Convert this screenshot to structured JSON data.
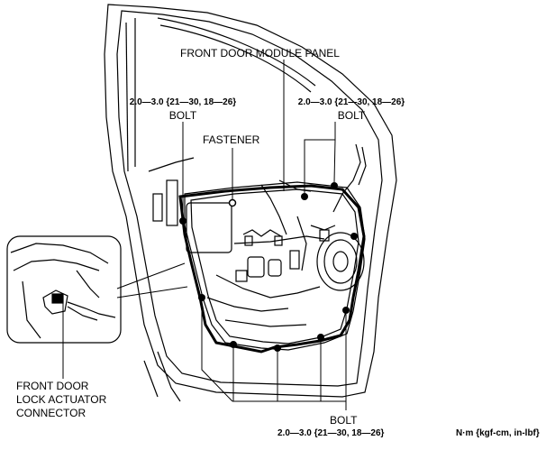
{
  "labels": {
    "module_panel": "FRONT DOOR MODULE PANEL",
    "torque_top_left": "2.0—3.0 {21—30, 18—26}",
    "bolt_top_left": "BOLT",
    "torque_top_right": "2.0—3.0 {21—30, 18—26}",
    "bolt_top_right": "BOLT",
    "fastener": "FASTENER",
    "connector_line1": "FRONT DOOR",
    "connector_line2": "LOCK ACTUATOR",
    "connector_line3": "CONNECTOR",
    "bolt_bottom": "BOLT",
    "torque_bottom": "2.0—3.0 {21—30, 18—26}",
    "units": "N·m {kgf-cm, in-lbf}"
  },
  "colors": {
    "line": "#000000",
    "background": "#ffffff"
  }
}
